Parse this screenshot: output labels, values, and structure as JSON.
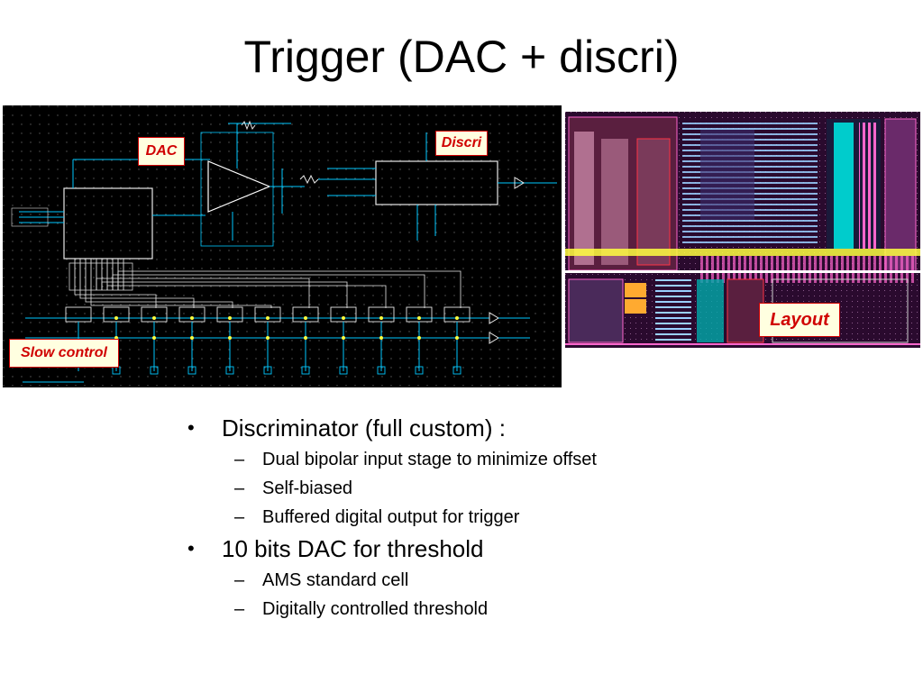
{
  "title": "Trigger (DAC + discri)",
  "callouts": {
    "dac": "DAC",
    "discri": "Discri",
    "slow_control": "Slow control",
    "layout": "Layout"
  },
  "colors": {
    "callout_text": "#d00000",
    "callout_bg": "#ffffe0",
    "schematic_bg": "#000000",
    "wire": "#00c8ff",
    "block": "#f0f0f0"
  },
  "bullets": [
    {
      "text": "Discriminator (full custom) :",
      "sub": [
        "Dual bipolar input stage to minimize offset",
        "Self-biased",
        "Buffered digital output for trigger"
      ]
    },
    {
      "text": "10 bits DAC for threshold",
      "sub": [
        "AMS standard cell",
        "Digitally controlled threshold"
      ]
    }
  ]
}
